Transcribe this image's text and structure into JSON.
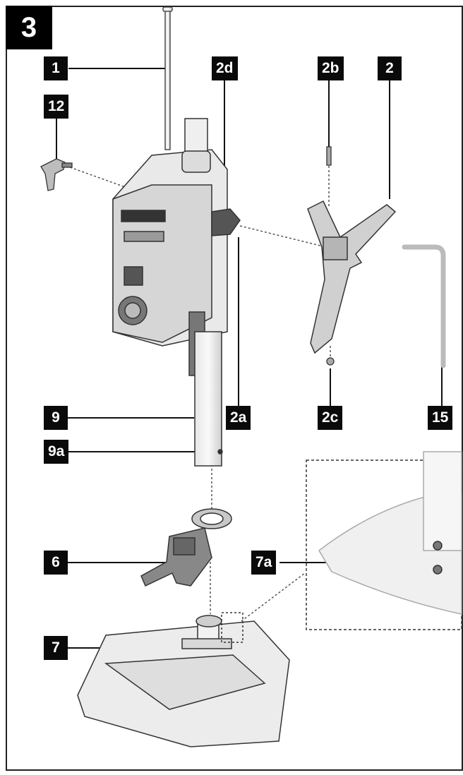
{
  "figure_number": "3",
  "labels": {
    "l1": "1",
    "l12": "12",
    "l2d": "2d",
    "l2b": "2b",
    "l2": "2",
    "l9": "9",
    "l2a": "2a",
    "l2c": "2c",
    "l15": "15",
    "l9a": "9a",
    "l6": "6",
    "l7a": "7a",
    "l7": "7"
  }
}
